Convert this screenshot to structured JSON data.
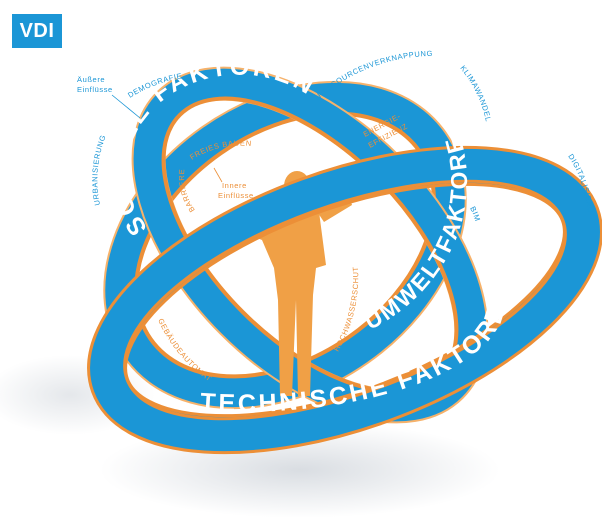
{
  "logo": "VDI",
  "colors": {
    "blue": "#1b96d6",
    "orange": "#ec8f37",
    "light_orange": "#f6b26b"
  },
  "rings": {
    "soziale": "SOZIALE FAKTOREN",
    "umwelt": "UMWELTFAKTOREN",
    "technische": "TECHNISCHE FAKTOREN"
  },
  "labels": {
    "aeussere": [
      "Äußere",
      "Einflüsse"
    ],
    "demografie": "DEMOGRAFIE",
    "urbanisierung": "URBANISIERUNG",
    "ressourcen": "RESSOURCENVERKNAPPUNG",
    "klimawandel": "KLIMAWANDEL",
    "digitalisierung": "DIGITALISIERUNG",
    "barriere": "BARRIERE",
    "freies_bauen": "FREIES BAUEN",
    "innere": [
      "Innere",
      "Einflüsse"
    ],
    "energie": [
      "ENERGIE-",
      "EFFIZIENZ"
    ],
    "bim": "BIM",
    "hochwasser": "HOCHWASSERSCHUTZ",
    "gebaeude": "GEBÄUDEAUTOMATION"
  }
}
